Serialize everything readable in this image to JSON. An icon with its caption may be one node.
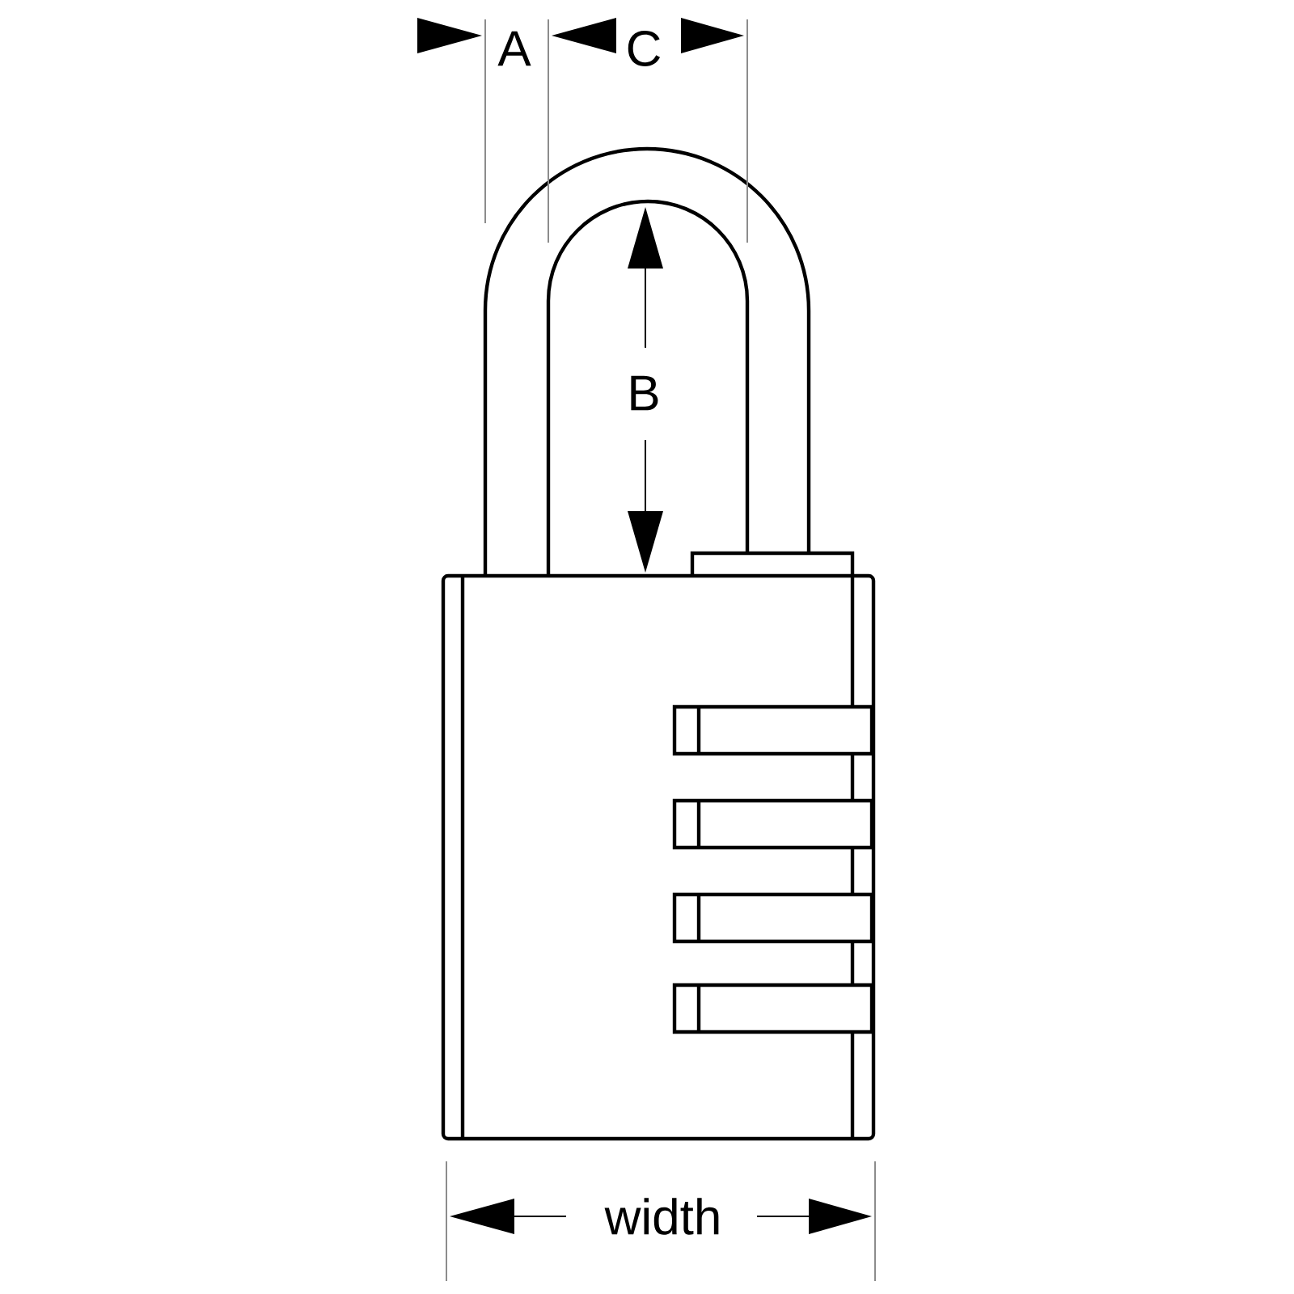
{
  "diagram": {
    "labels": [
      "A",
      "C",
      "B",
      "width"
    ]
  }
}
